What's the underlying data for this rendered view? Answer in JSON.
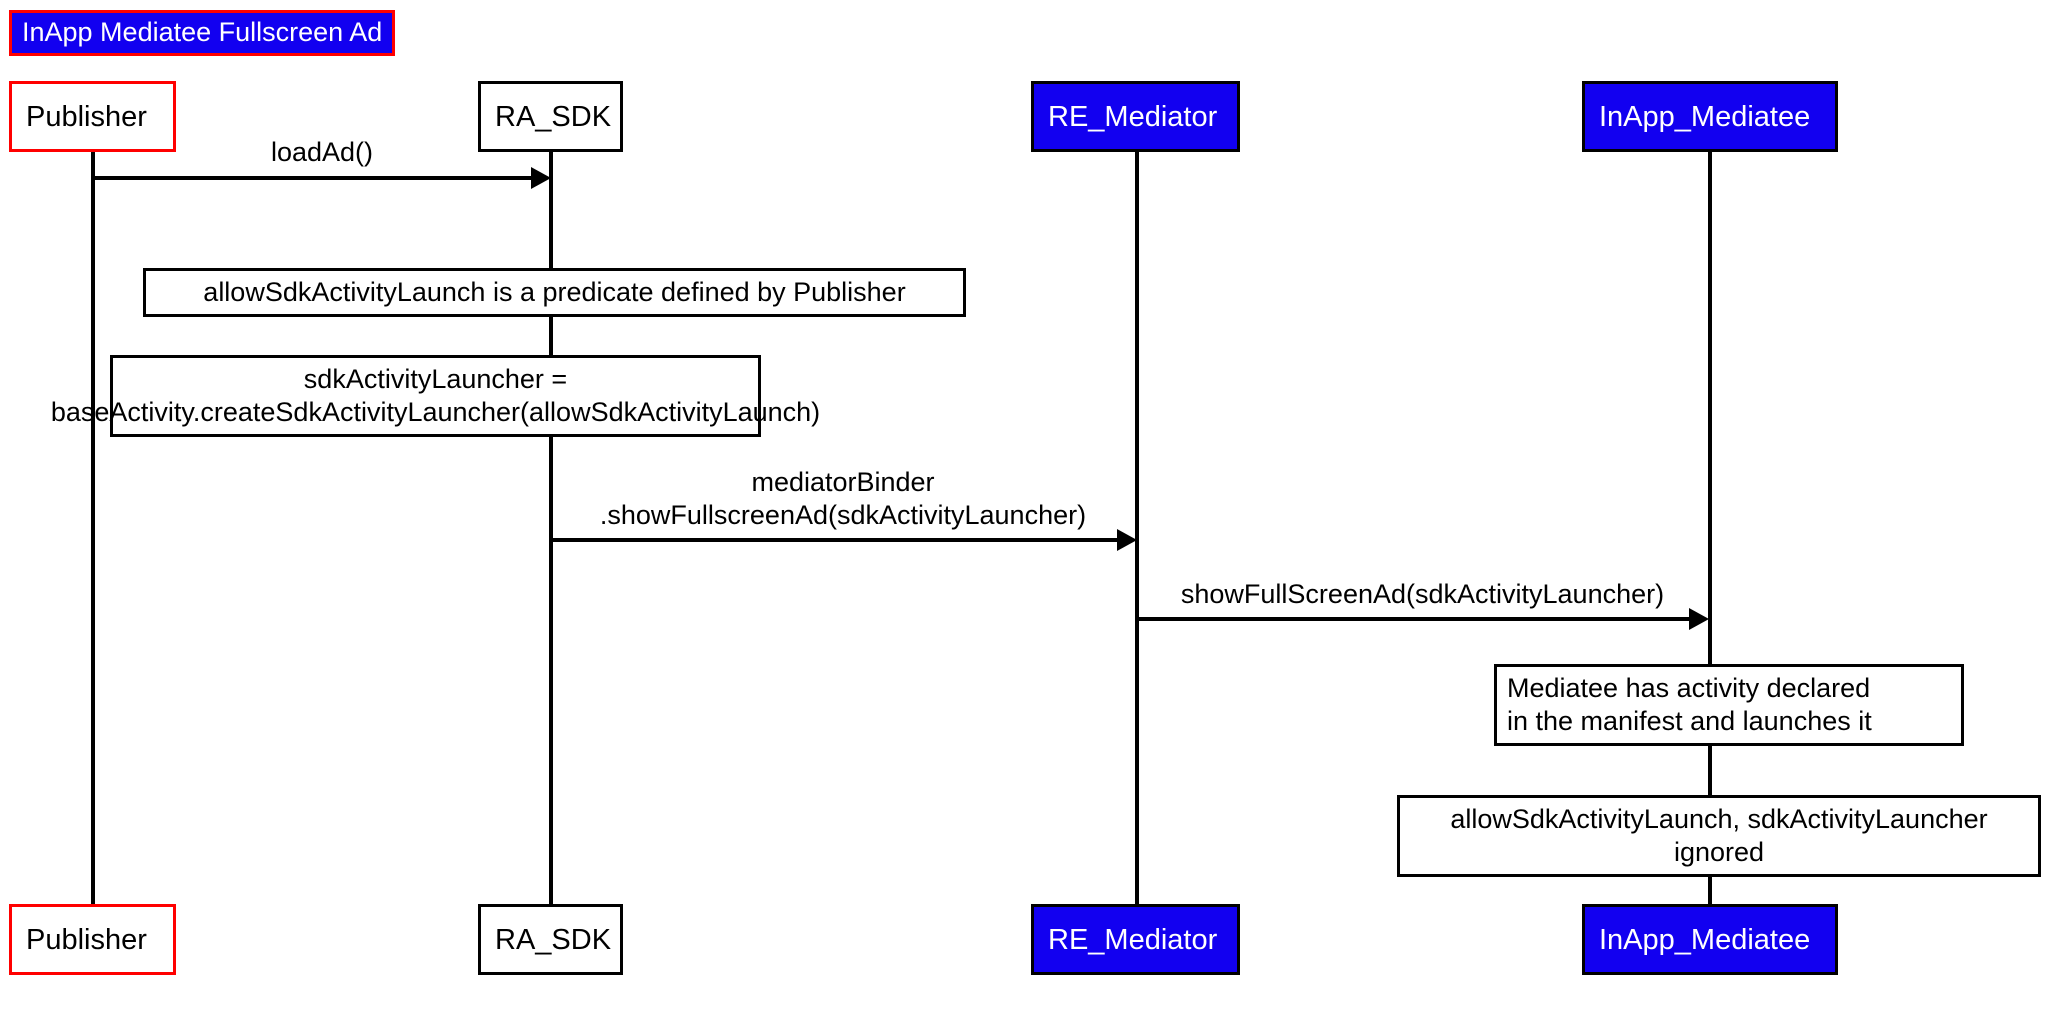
{
  "diagram": {
    "title": "InApp Mediatee Fullscreen Ad",
    "type": "uml-sequence-diagram",
    "colors": {
      "title_fill": "#1200f0",
      "title_border": "#ff0000",
      "title_text": "#ffffff",
      "participant_highlight_border": "#ff0000",
      "participant_blue_fill": "#1200f0",
      "line": "#000000",
      "background": "#ffffff"
    }
  },
  "participants": [
    {
      "id": "publisher",
      "label": "Publisher",
      "style": "red-border-white-fill"
    },
    {
      "id": "ra_sdk",
      "label": "RA_SDK",
      "style": "black-border-white-fill"
    },
    {
      "id": "re_mediator",
      "label": "RE_Mediator",
      "style": "blue-fill-white-text"
    },
    {
      "id": "inapp_mediatee",
      "label": "InApp_Mediatee",
      "style": "blue-fill-white-text"
    }
  ],
  "messages": [
    {
      "id": "msg-load-ad",
      "from": "publisher",
      "to": "ra_sdk",
      "lines": [
        "loadAd()"
      ]
    },
    {
      "id": "msg-show-fullscreen-ad",
      "from": "ra_sdk",
      "to": "re_mediator",
      "lines": [
        "mediatorBinder",
        ".showFullscreenAd(sdkActivityLauncher)"
      ]
    },
    {
      "id": "msg-show-fullscreen-ad-mediatee",
      "from": "re_mediator",
      "to": "inapp_mediatee",
      "lines": [
        "showFullScreenAd(sdkActivityLauncher)"
      ]
    }
  ],
  "notes": [
    {
      "id": "note-predicate",
      "align": "center",
      "lines": [
        "allowSdkActivityLaunch is a predicate defined by Publisher"
      ]
    },
    {
      "id": "note-create-launcher",
      "align": "center",
      "lines": [
        "sdkActivityLauncher =",
        "baseActivity.createSdkActivityLauncher(allowSdkActivityLaunch)"
      ]
    },
    {
      "id": "note-mediatee-manifest",
      "align": "left",
      "lines": [
        "Mediatee has activity declared",
        "in the manifest and launches it"
      ]
    },
    {
      "id": "note-ignored",
      "align": "center",
      "lines": [
        "allowSdkActivityLaunch, sdkActivityLauncher",
        "ignored"
      ]
    }
  ]
}
